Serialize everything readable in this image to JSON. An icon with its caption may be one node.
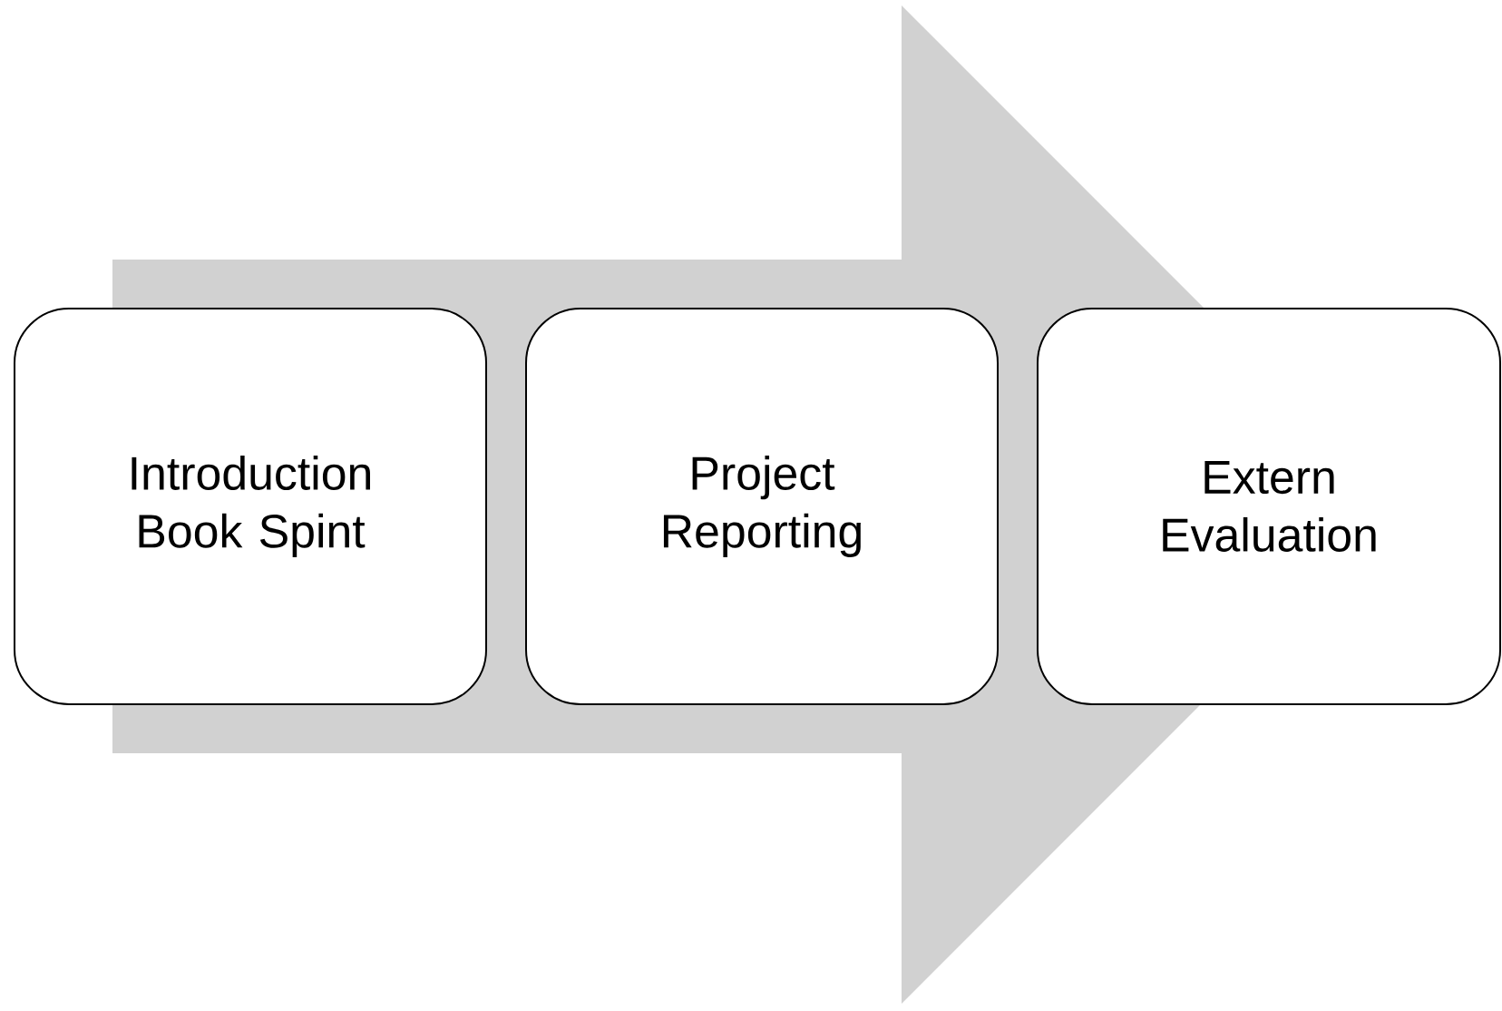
{
  "diagram": {
    "nodes": [
      {
        "text": [
          "Introduction Book Spint"
        ]
      },
      {
        "text": [
          "Project Reporting"
        ]
      },
      {
        "text": [
          "Extern Evaluation"
        ]
      }
    ],
    "edges": [
      {
        "from": 0,
        "to": 2,
        "arrow": "to"
      }
    ]
  }
}
